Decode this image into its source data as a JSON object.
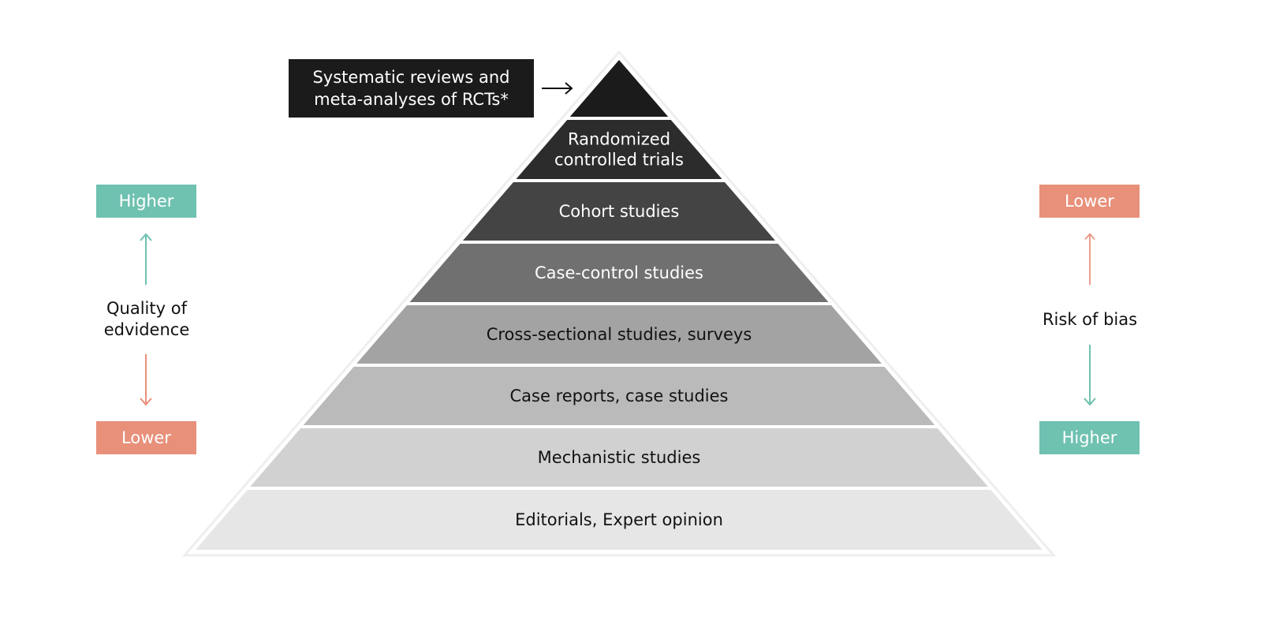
{
  "title": "Hierarchy of evidence pyramid",
  "callout": {
    "text_line1": "Systematic reviews and",
    "text_line2": "meta-analyses of RCTs*",
    "arrow_icon": "arrow-right-icon"
  },
  "pyramid": {
    "layers": [
      {
        "label_lines": [
          ""
        ],
        "fill": "#1b1b1b",
        "text_color": "#ffffff"
      },
      {
        "label_lines": [
          "Randomized",
          "controlled trials"
        ],
        "fill": "#2c2c2c",
        "text_color": "#ffffff"
      },
      {
        "label_lines": [
          "Cohort studies"
        ],
        "fill": "#444444",
        "text_color": "#ffffff"
      },
      {
        "label_lines": [
          "Case-control studies"
        ],
        "fill": "#707070",
        "text_color": "#ffffff"
      },
      {
        "label_lines": [
          "Cross-sectional studies, surveys"
        ],
        "fill": "#a3a3a3",
        "text_color": "#111111"
      },
      {
        "label_lines": [
          "Case reports, case studies"
        ],
        "fill": "#bababa",
        "text_color": "#111111"
      },
      {
        "label_lines": [
          "Mechanistic studies"
        ],
        "fill": "#d1d1d1",
        "text_color": "#111111"
      },
      {
        "label_lines": [
          "Editorials, Expert opinion"
        ],
        "fill": "#e6e6e6",
        "text_color": "#111111"
      }
    ]
  },
  "left_scale": {
    "top_badge": "Higher",
    "label_line1": "Quality of",
    "label_line2": "edvidence",
    "bottom_badge": "Lower",
    "up_arrow_color": "#6fc1b0",
    "down_arrow_color": "#e8907a"
  },
  "right_scale": {
    "top_badge": "Lower",
    "label": "Risk of bias",
    "bottom_badge": "Higher",
    "up_arrow_color": "#e8907a",
    "down_arrow_color": "#6fc1b0"
  },
  "colors": {
    "teal": "#6fc1b0",
    "salmon": "#e8907a",
    "dark": "#1b1b1b"
  }
}
